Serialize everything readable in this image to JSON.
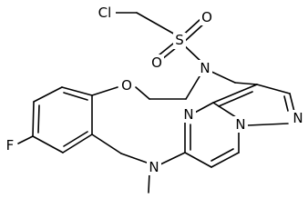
{
  "molecule": {
    "atoms": {
      "cl": "Cl",
      "s": "S",
      "o_sulfonyl_top": "O",
      "o_sulfonyl_bottom": "O",
      "n_sulfonamide": "N",
      "o_ether": "O",
      "f": "F",
      "n_methylamino": "N",
      "n_pyrimidine": "N",
      "n_pyrazole": "N",
      "n_bridgehead": "N"
    }
  }
}
